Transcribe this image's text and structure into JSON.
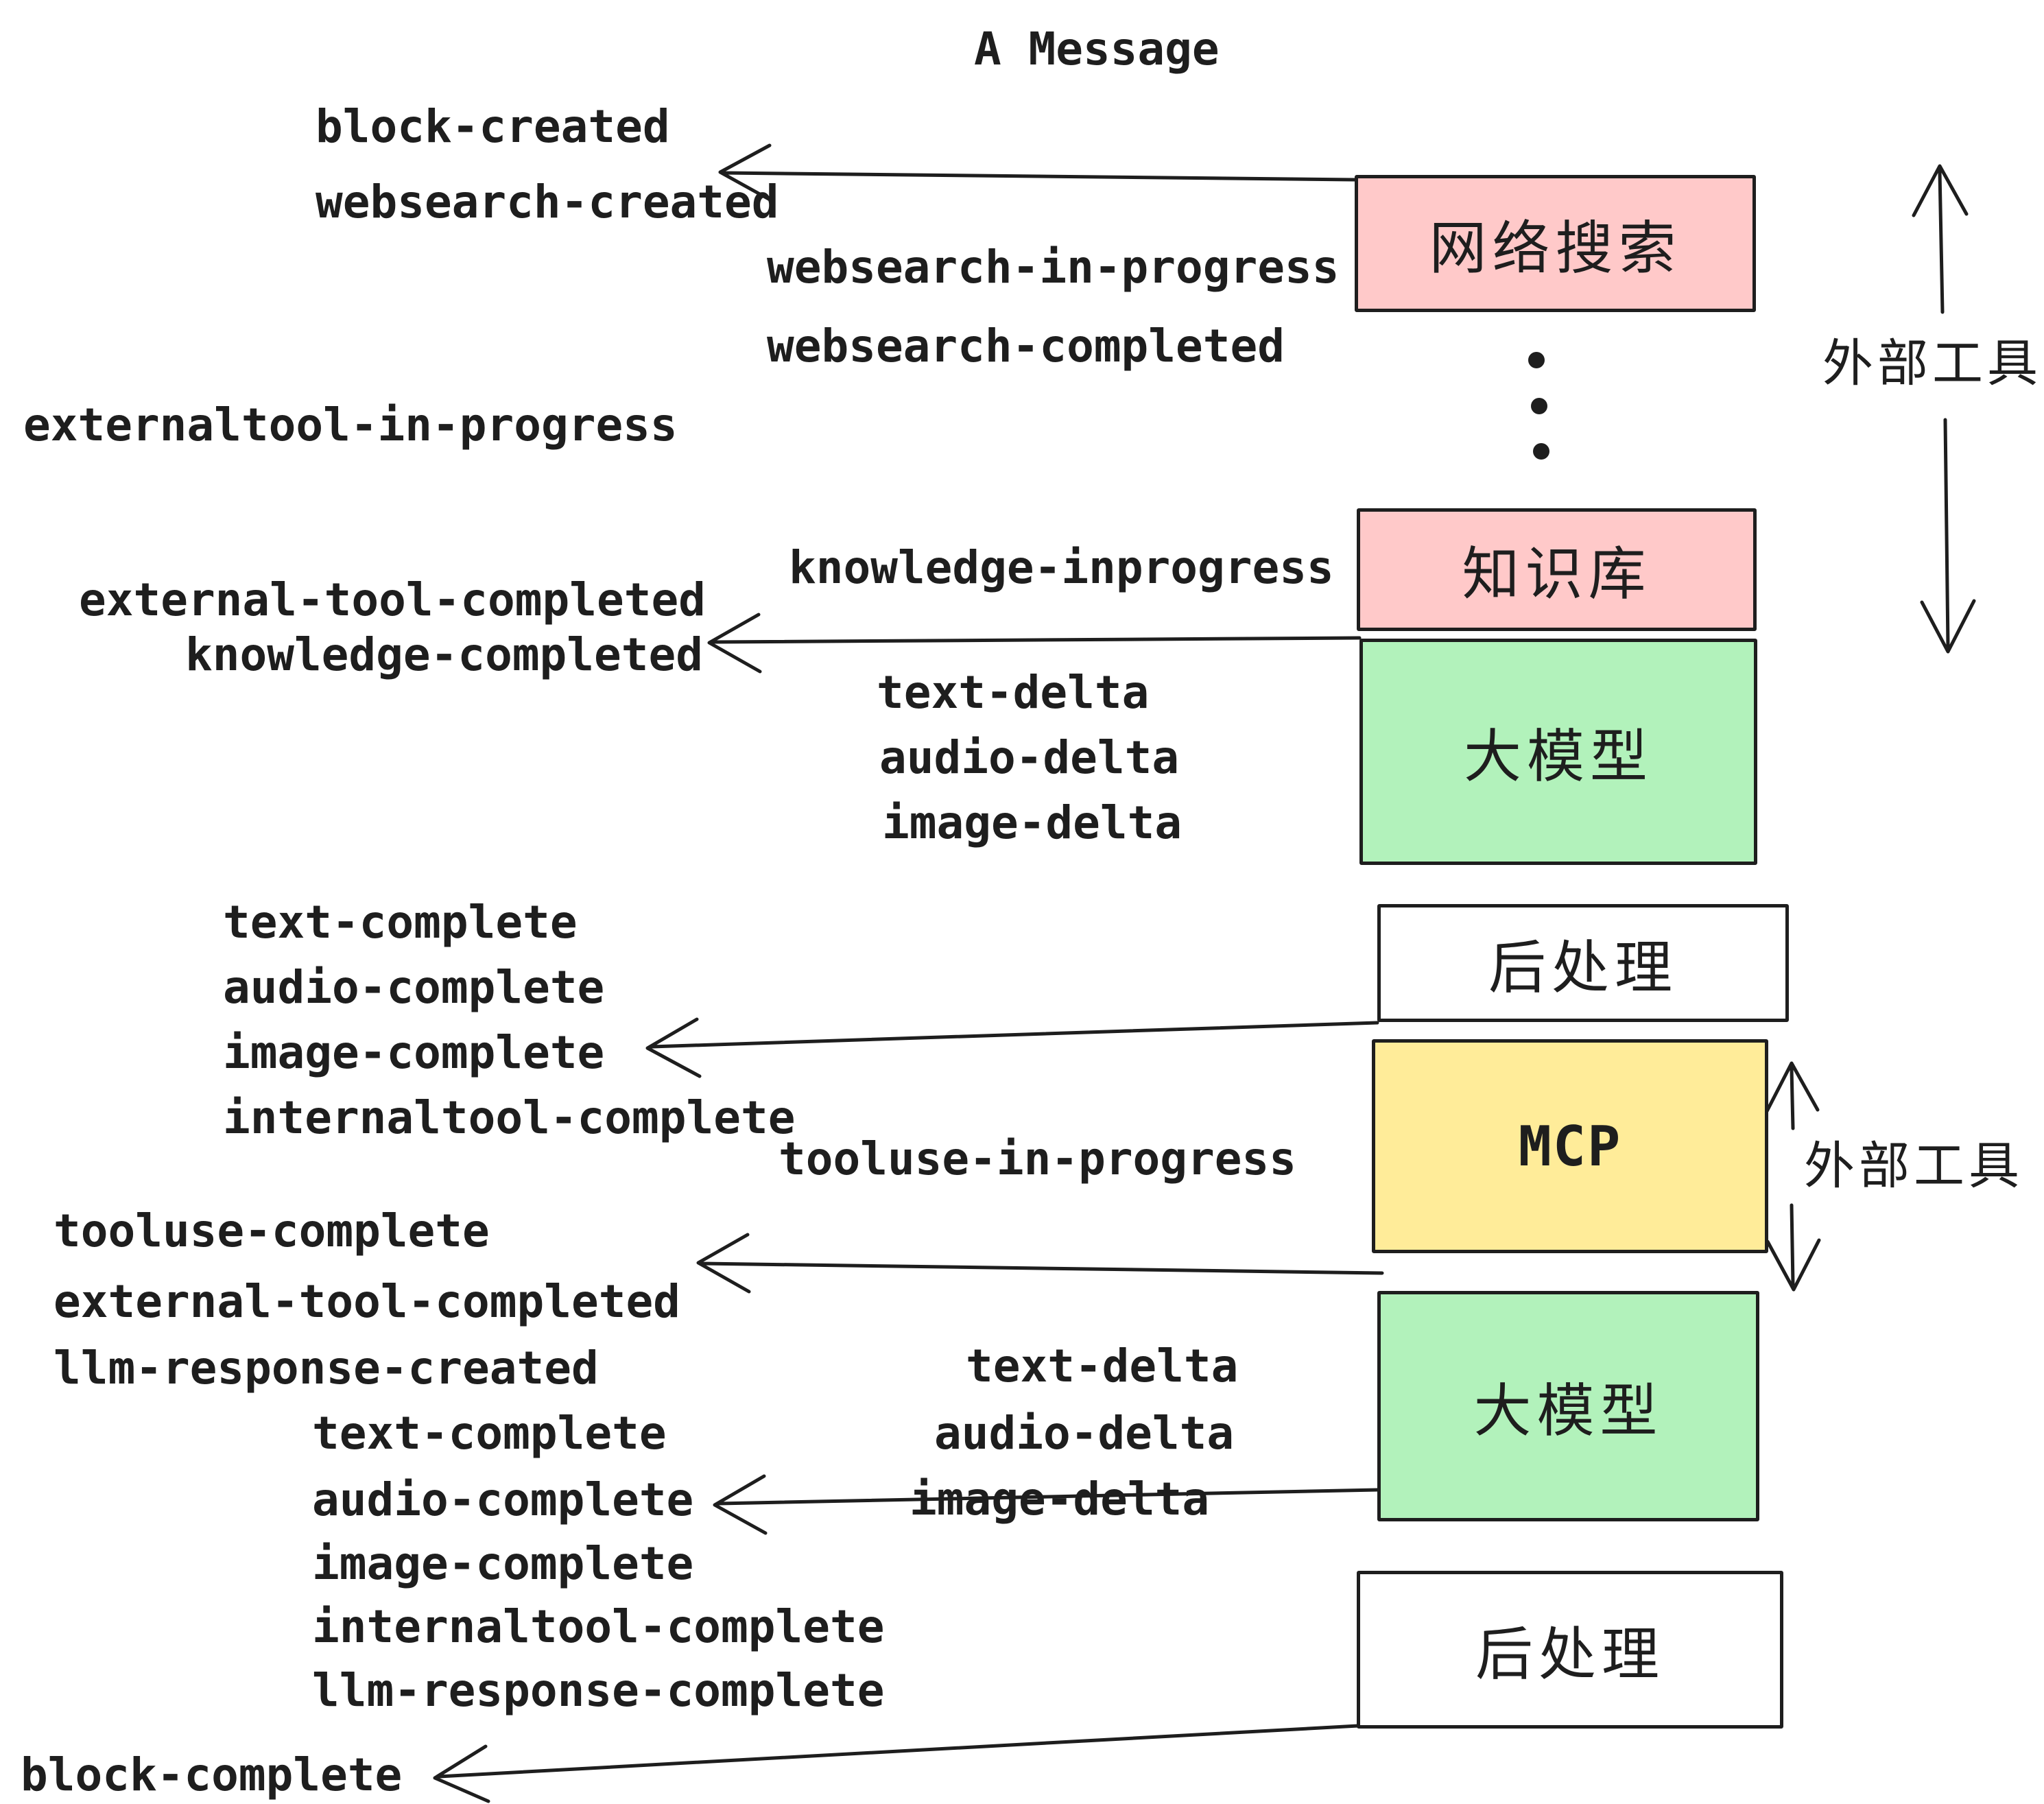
{
  "title": "A Message",
  "colors": {
    "ink": "#1e1e1e",
    "pink": "#ffc9c9",
    "green": "#b2f2bb",
    "yellow": "#ffec99",
    "white": "#ffffff"
  },
  "boxes": [
    {
      "label": "网络搜索",
      "color": "#ffc9c9"
    },
    {
      "label": "知识库",
      "color": "#ffc9c9"
    },
    {
      "label": "大模型",
      "color": "#b2f2bb"
    },
    {
      "label": "后处理",
      "color": "#ffffff"
    },
    {
      "label": "MCP",
      "color": "#ffec99"
    },
    {
      "label": "大模型",
      "color": "#b2f2bb"
    },
    {
      "label": "后处理",
      "color": "#ffffff"
    }
  ],
  "side_labels": [
    {
      "label": "外部工具"
    },
    {
      "label": "外部工具"
    }
  ],
  "events": [
    {
      "label": "block-created"
    },
    {
      "label": "websearch-created"
    },
    {
      "label": "websearch-in-progress"
    },
    {
      "label": "websearch-completed"
    },
    {
      "label": "externaltool-in-progress"
    },
    {
      "label": "knowledge-inprogress"
    },
    {
      "label": "external-tool-completed"
    },
    {
      "label": "knowledge-completed"
    },
    {
      "label": "text-delta"
    },
    {
      "label": "audio-delta"
    },
    {
      "label": "image-delta"
    },
    {
      "label": "text-complete"
    },
    {
      "label": "audio-complete"
    },
    {
      "label": "image-complete"
    },
    {
      "label": "internaltool-complete"
    },
    {
      "label": "tooluse-in-progress"
    },
    {
      "label": "tooluse-complete"
    },
    {
      "label": "external-tool-completed"
    },
    {
      "label": "llm-response-created"
    },
    {
      "label": "text-delta"
    },
    {
      "label": "audio-delta"
    },
    {
      "label": "image-delta"
    },
    {
      "label": "text-complete"
    },
    {
      "label": "audio-complete"
    },
    {
      "label": "image-complete"
    },
    {
      "label": "internaltool-complete"
    },
    {
      "label": "llm-response-complete"
    },
    {
      "label": "block-complete"
    }
  ]
}
